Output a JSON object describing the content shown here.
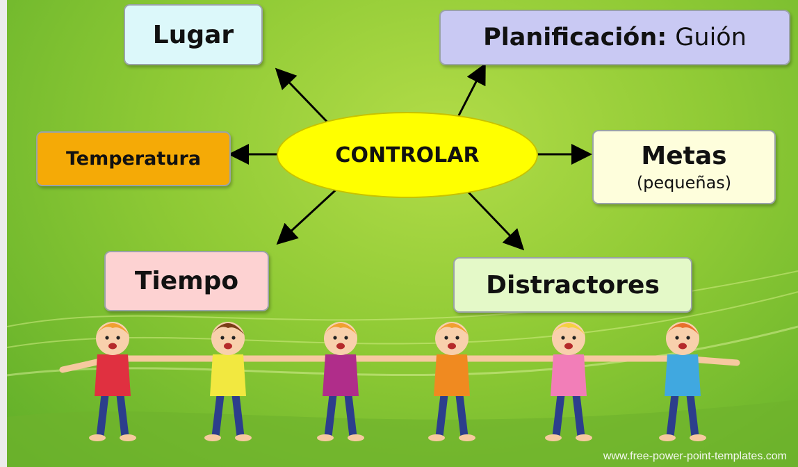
{
  "diagram": {
    "center": "CONTROLAR",
    "nodes": {
      "lugar": "Lugar",
      "planificacion": "Planificación:",
      "planificacion_sub": "Guión",
      "temperatura": "Temperatura",
      "metas": "Metas",
      "metas_sub": "(pequeñas)",
      "tiempo": "Tiempo",
      "distractores": "Distractores"
    }
  },
  "footer": {
    "url": "www.free-power-point-templates.com"
  },
  "colors": {
    "background": "#8fca35",
    "center_oval": "#ffff00",
    "lugar": "#dcf8fa",
    "planificacion": "#c9c9f3",
    "temperatura": "#f5aa06",
    "metas": "#fefedc",
    "tiempo": "#fdd2d2",
    "distractores": "#e4f9c8"
  },
  "illustration": {
    "children": [
      {
        "name": "child-red-shirt",
        "shirt": "#e03040",
        "hair": "#f0a030"
      },
      {
        "name": "child-yellow-shirt",
        "shirt": "#f2e840",
        "hair": "#7a3e18"
      },
      {
        "name": "child-purple-dress",
        "shirt": "#b02d8a",
        "hair": "#f0a030"
      },
      {
        "name": "child-orange-shirt",
        "shirt": "#f08a20",
        "hair": "#f0a030"
      },
      {
        "name": "child-pink-dress",
        "shirt": "#f27eb8",
        "hair": "#f5d040"
      },
      {
        "name": "child-blue-shirt",
        "shirt": "#40a8e0",
        "hair": "#e8702c"
      }
    ]
  }
}
